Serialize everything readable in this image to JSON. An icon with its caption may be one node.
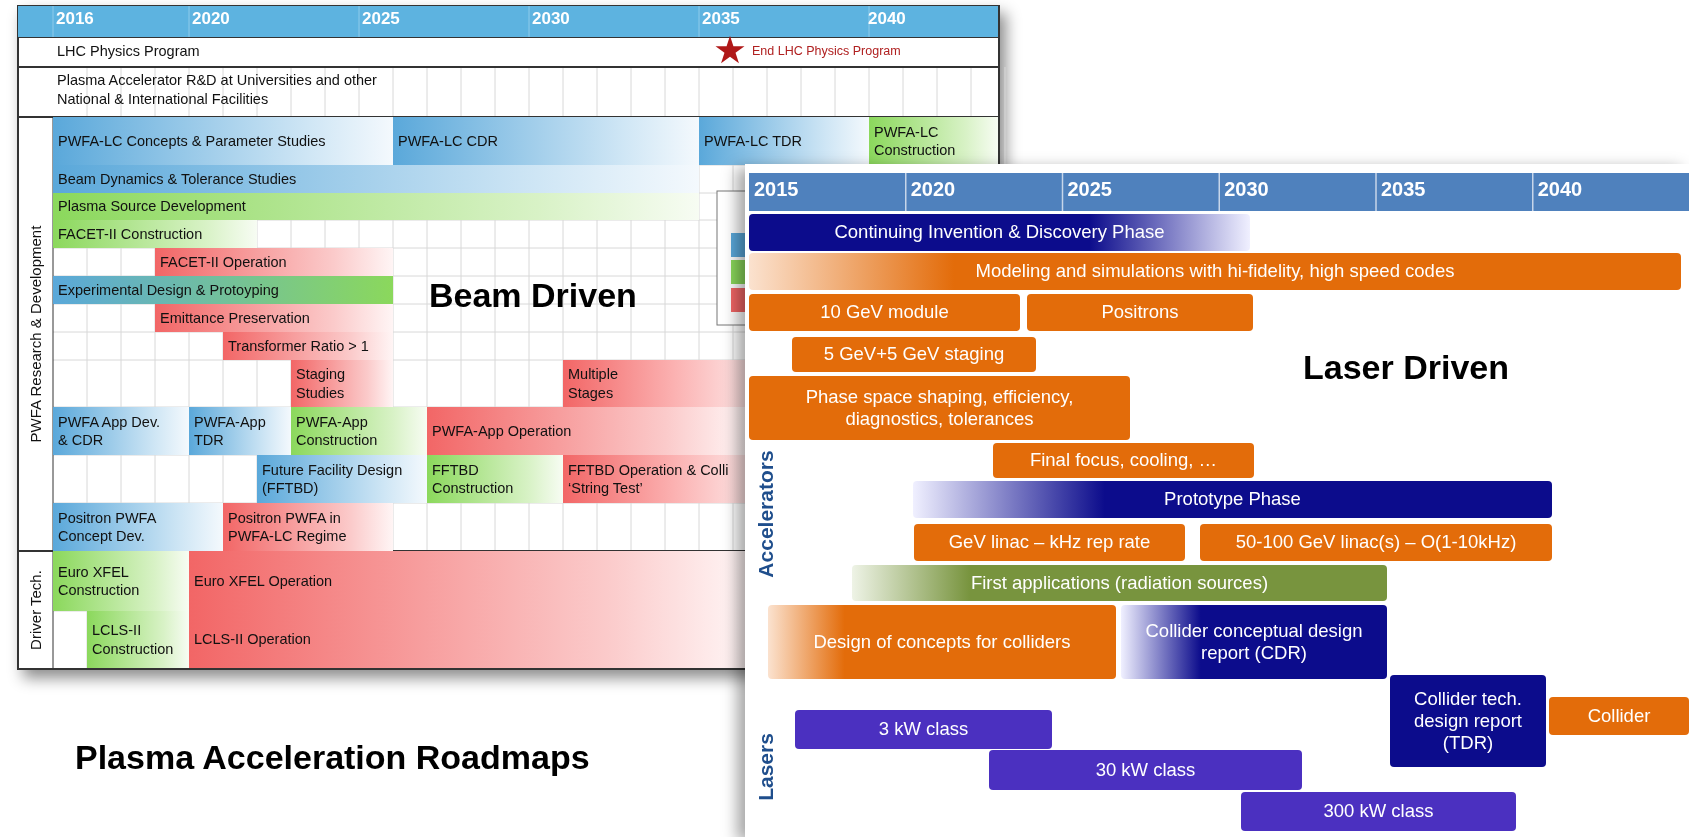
{
  "diagram": {
    "title": "Plasma Acceleration Roadmaps",
    "nodes": [
      {
        "text": [
          "PWFA-LC Concepts & Parameter Studies"
        ]
      },
      {
        "text": [
          "PWFA-LC CDR"
        ]
      },
      {
        "text": [
          "PWFA-LC TDR"
        ]
      },
      {
        "text": [
          "PWFA-LC Construction"
        ]
      },
      {
        "text": [
          "Beam Dynamics & Tolerance Studies"
        ]
      },
      {
        "text": [
          "Plasma Source Development"
        ]
      },
      {
        "text": [
          "FACET-II Construction"
        ]
      },
      {
        "text": [
          "FACET-II Operation"
        ]
      },
      {
        "text": [
          "Experimental Design & Protoyping"
        ]
      },
      {
        "text": [
          "Emittance Preservation"
        ]
      },
      {
        "text": [
          "Transformer Ratio > 1"
        ]
      },
      {
        "text": [
          "Staging Studies"
        ]
      },
      {
        "text": [
          "Multiple Stages"
        ]
      },
      {
        "text": [
          "PWFA App Dev. & CDR"
        ]
      },
      {
        "text": [
          "PWFA-App TDR"
        ]
      },
      {
        "text": [
          "PWFA-App Construction"
        ]
      },
      {
        "text": [
          "PWFA-App Operation"
        ]
      },
      {
        "text": [
          "Future Facility Design (FFTBD)"
        ]
      },
      {
        "text": [
          "FFTBD Construction"
        ]
      },
      {
        "text": [
          "FFTBD Operation & Colli ‘String Test’"
        ]
      },
      {
        "text": [
          "Positron PWFA Concept Dev."
        ]
      },
      {
        "text": [
          "Positron PWFA in PWFA-LC Regime"
        ]
      },
      {
        "text": [
          "Euro XFEL Construction"
        ]
      },
      {
        "text": [
          "Euro XFEL Operation"
        ]
      },
      {
        "text": [
          "LCLS-II Construction"
        ]
      },
      {
        "text": [
          "LCLS-II Operation"
        ]
      },
      {
        "text": [
          "Continuing Invention & Discovery Phase"
        ]
      },
      {
        "text": [
          "Modeling and simulations with hi-fidelity, high speed codes"
        ]
      },
      {
        "text": [
          "10 GeV module"
        ]
      },
      {
        "text": [
          "Positrons"
        ]
      },
      {
        "text": [
          "5 GeV+5 GeV staging"
        ]
      },
      {
        "text": [
          "Phase space shaping, efficiency, diagnostics, tolerances"
        ]
      },
      {
        "text": [
          "Final focus, cooling, …"
        ]
      },
      {
        "text": [
          "Prototype Phase"
        ]
      },
      {
        "text": [
          "GeV linac – kHz rep rate"
        ]
      },
      {
        "text": [
          "50-100 GeV linac(s) – O(1-10kHz)"
        ]
      },
      {
        "text": [
          "First applications (radiation sources)"
        ]
      },
      {
        "text": [
          "Design of concepts for colliders"
        ]
      },
      {
        "text": [
          "Collider conceptual design report (CDR)"
        ]
      },
      {
        "text": [
          "Collider tech. design report (TDR)"
        ]
      },
      {
        "text": [
          "Collider"
        ]
      },
      {
        "text": [
          "3 kW class"
        ]
      },
      {
        "text": [
          "30 kW class"
        ]
      },
      {
        "text": [
          "300 kW class"
        ]
      }
    ],
    "labels": [
      "2016",
      "2020",
      "2025",
      "2030",
      "2035",
      "2040",
      "LHC Physics Program",
      "End LHC Physics Program",
      "Plasma Accelerator R&D at Universities and other National & International Facilities",
      "PWFA Research & Development",
      "Driver Tech.",
      "Beam Driven",
      "2015",
      "2020",
      "2025",
      "2030",
      "2035",
      "2040",
      "Laser Driven",
      "Accelerators",
      "Lasers"
    ]
  }
}
